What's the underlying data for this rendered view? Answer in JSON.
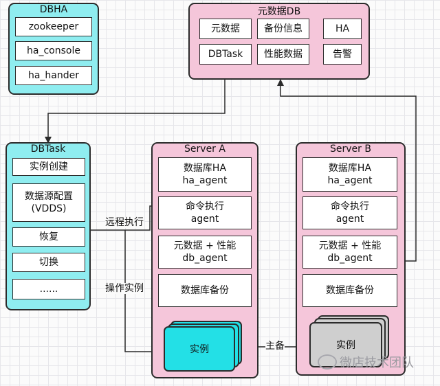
{
  "dbha": {
    "title": "DBHA",
    "items": [
      "zookeeper",
      "ha_console",
      "ha_hander"
    ]
  },
  "metadb": {
    "title": "元数据DB",
    "items": [
      "元数据",
      "备份信息",
      "HA",
      "DBTask",
      "性能数据",
      "告警"
    ]
  },
  "dbtask": {
    "title": "DBTask",
    "items": [
      "实例创建",
      "数据源配置\n(VDDS)",
      "恢复",
      "切换",
      "......"
    ]
  },
  "server_a": {
    "title": "Server A",
    "modules": [
      {
        "line1": "数据库HA",
        "line2": "ha_agent"
      },
      {
        "line1": "命令执行",
        "line2": "agent"
      },
      {
        "line1": "元数据 + 性能",
        "line2": "db_agent"
      },
      {
        "line1": "数据库备份",
        "line2": ""
      }
    ],
    "instance": "实例",
    "instance_color": "#23e0e6"
  },
  "server_b": {
    "title": "Server B",
    "modules": [
      {
        "line1": "数据库HA",
        "line2": "ha_agent"
      },
      {
        "line1": "命令执行",
        "line2": "agent"
      },
      {
        "line1": "元数据 + 性能",
        "line2": "db_agent"
      },
      {
        "line1": "数据库备份",
        "line2": ""
      }
    ],
    "instance": "实例",
    "instance_color": "#cfcfcf"
  },
  "edges": {
    "remote_exec": "远程执行",
    "operate_instance": "操作实例",
    "master_backup": "主备"
  },
  "colors": {
    "cyan_group": "#8fedf0",
    "pink_group": "#f5c6da",
    "stroke": "#2b2b2b"
  },
  "watermark": "微店技术团队"
}
